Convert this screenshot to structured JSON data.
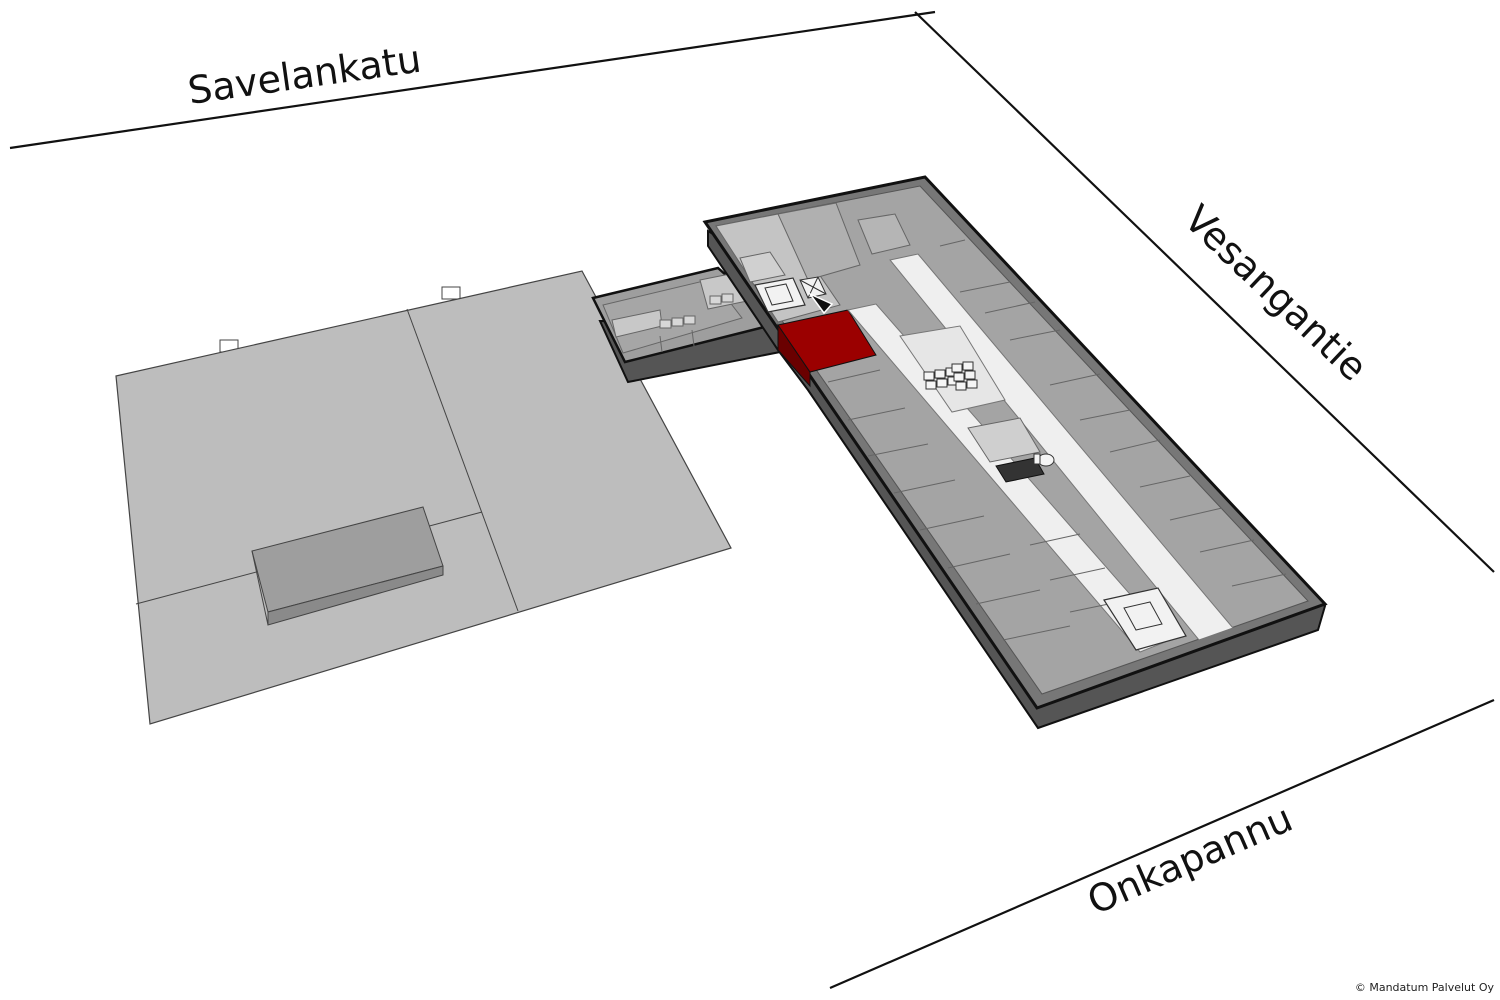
{
  "streets": {
    "north": "Savelankatu",
    "east": "Vesangantie",
    "south": "Onkapannu"
  },
  "copyright": "© Mandatum Palvelut Oy",
  "colors": {
    "highlight": "#9b0000",
    "corridor": "#efefef",
    "room": "#a4a4a4",
    "room_light": "#c4c4c4",
    "wall_side": "#555555",
    "neighbor": "#bdbdbd",
    "outline": "#111111"
  },
  "icons": [
    "entrance-arrow-icon",
    "elevator-icon",
    "staircase-icon",
    "toilet-icon"
  ]
}
